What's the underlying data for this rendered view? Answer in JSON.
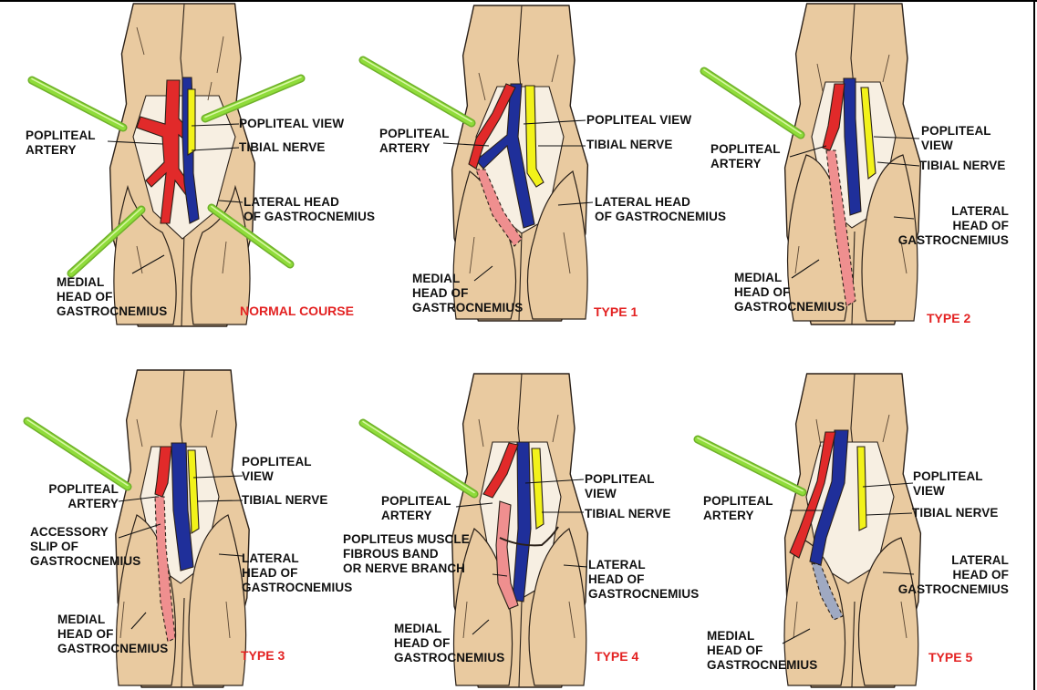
{
  "colors": {
    "skin": "#e9caa0",
    "outline": "#2a2018",
    "artery": "#e12a2a",
    "artery_faded": "#ef8f8f",
    "vein": "#1f2f9a",
    "vein_faded": "#9fa9c2",
    "nerve": "#f2f21a",
    "retractor": "#8fdc3a",
    "caption": "#e32222"
  },
  "panels": [
    {
      "caption": "NORMAL COURSE",
      "labels": {
        "artery": "POPLITEAL\nARTERY",
        "vein": "POPLITEAL VIEW",
        "nerve": "TIBIAL NERVE",
        "lateral": "LATERAL HEAD\nOF GASTROCNEMIUS",
        "medial": "MEDIAL\nHEAD OF\nGASTROCNEMIUS"
      }
    },
    {
      "caption": "TYPE 1",
      "labels": {
        "artery": "POPLITEAL\nARTERY",
        "vein": "POPLITEAL VIEW",
        "nerve": "TIBIAL NERVE",
        "lateral": "LATERAL HEAD\nOF GASTROCNEMIUS",
        "medial": "MEDIAL\nHEAD OF\nGASTROCNEMIUS"
      }
    },
    {
      "caption": "TYPE 2",
      "labels": {
        "artery": "POPLITEAL\nARTERY",
        "vein": "POPLITEAL\nVIEW",
        "nerve": "TIBIAL NERVE",
        "lateral": "LATERAL\nHEAD OF\nGASTROCNEMIUS",
        "medial": "MEDIAL\nHEAD OF\nGASTROCNEMIUS"
      }
    },
    {
      "caption": "TYPE 3",
      "labels": {
        "artery": "POPLITEAL\nARTERY",
        "vein": "POPLITEAL\nVIEW",
        "nerve": "TIBIAL NERVE",
        "accessory": "ACCESSORY\nSLIP OF\nGASTROCNEMIUS",
        "lateral": "LATERAL\nHEAD OF\nGASTROCNEMIUS",
        "medial": "MEDIAL\nHEAD OF\nGASTROCNEMIUS"
      }
    },
    {
      "caption": "TYPE 4",
      "labels": {
        "artery": "POPLITEAL\nARTERY",
        "vein": "POPLITEAL\nVIEW",
        "nerve": "TIBIAL NERVE",
        "popliteus": "POPLITEUS MUSCLE\nFIBROUS BAND\nOR NERVE BRANCH",
        "lateral": "LATERAL\nHEAD OF\nGASTROCNEMIUS",
        "medial": "MEDIAL\nHEAD OF\nGASTROCNEMIUS"
      }
    },
    {
      "caption": "TYPE 5",
      "labels": {
        "artery": "POPLITEAL\nARTERY",
        "vein": "POPLITEAL\nVIEW",
        "nerve": "TIBIAL NERVE",
        "lateral": "LATERAL\nHEAD OF\nGASTROCNEMIUS",
        "medial": "MEDIAL\nHEAD OF\nGASTROCNEMIUS"
      }
    }
  ]
}
